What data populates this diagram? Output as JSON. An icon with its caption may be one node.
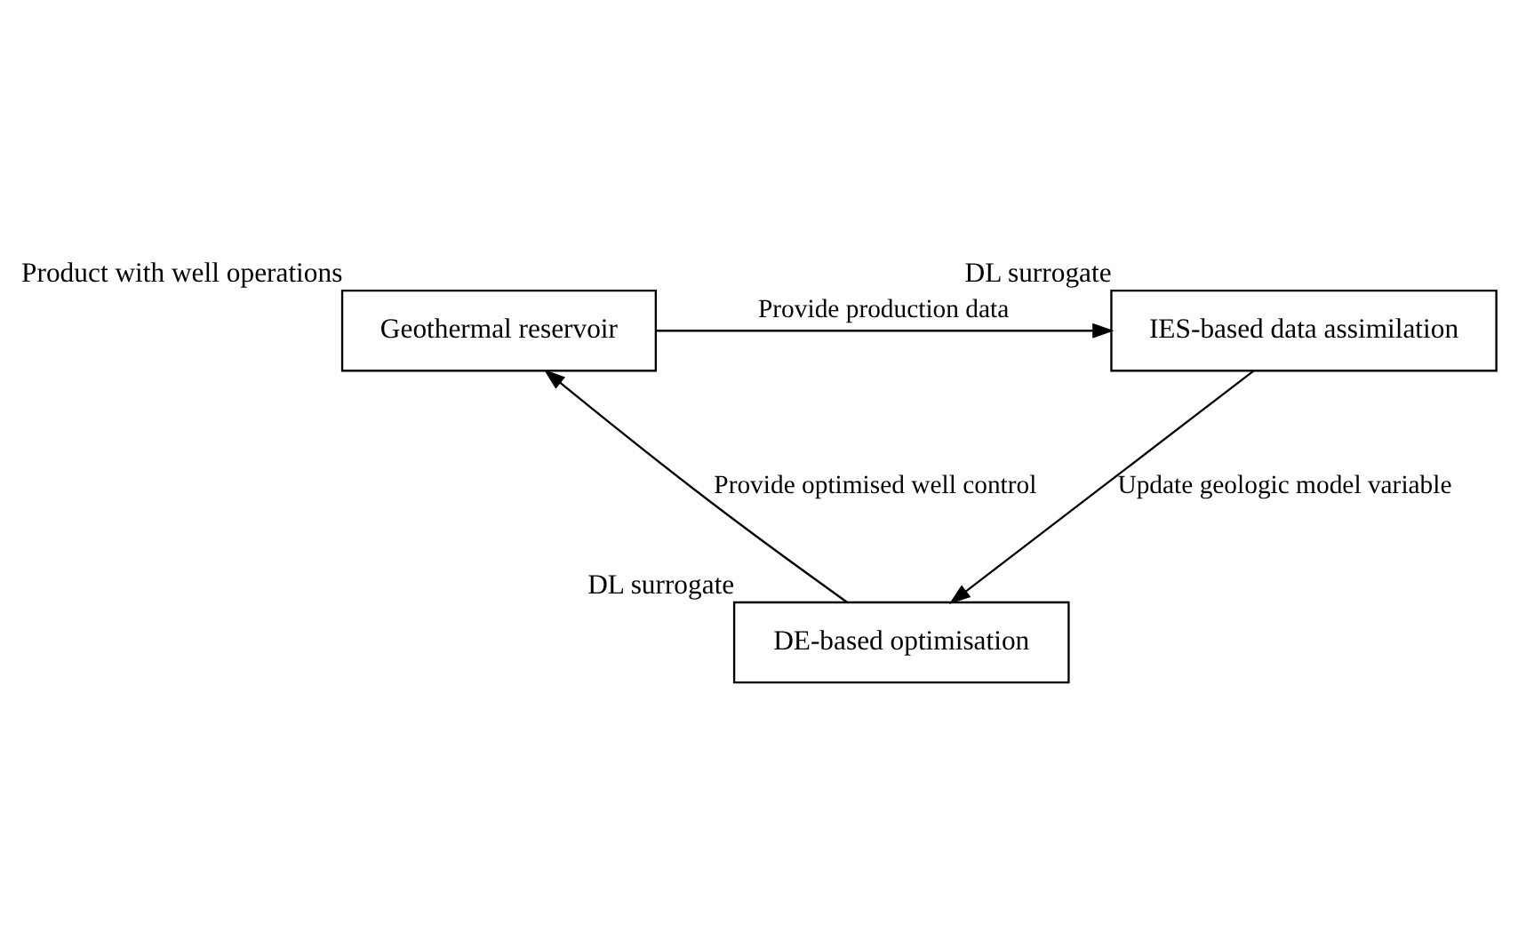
{
  "diagram": {
    "nodes": [
      {
        "text": [
          "Geothermal reservoir"
        ],
        "beside": [
          "Product with well operations"
        ]
      },
      {
        "text": [
          "IES-based data assimilation"
        ],
        "beside": [
          "DL surrogate"
        ]
      },
      {
        "text": [
          "DE-based optimisation"
        ],
        "beside": [
          "DL surrogate"
        ]
      }
    ],
    "edges": [
      {
        "from": 0,
        "to": 1,
        "arrow": "to",
        "label": "Provide production data"
      },
      {
        "from": 1,
        "to": 2,
        "arrow": "to",
        "label": "Update geologic model variable"
      },
      {
        "from": 2,
        "to": 0,
        "arrow": "to",
        "label": "Provide optimised well control"
      }
    ]
  }
}
